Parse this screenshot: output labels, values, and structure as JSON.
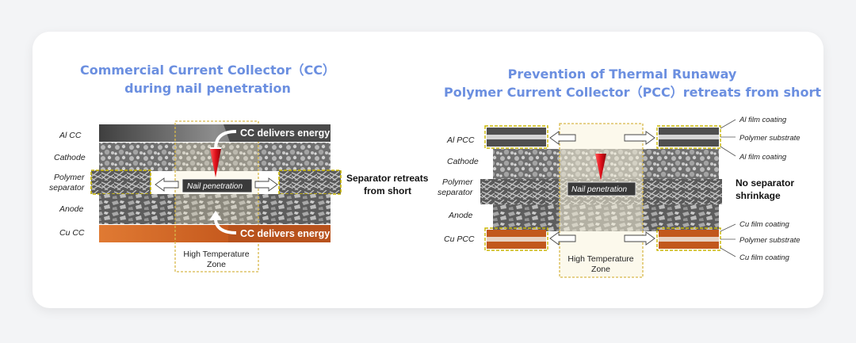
{
  "left": {
    "title_line1": "Commercial Current Collector（CC）",
    "title_line2": "during nail penetration",
    "labels": {
      "al": "Al CC",
      "cathode": "Cathode",
      "sep1": "Polymer",
      "sep2": "separator",
      "anode": "Anode",
      "cu": "Cu CC"
    },
    "banner_top": "CC delivers energy",
    "banner_bottom": "CC delivers energy",
    "nail": "Nail penetration",
    "side_note_line1": "Separator retreats",
    "side_note_line2": "from short",
    "zone_line1": "High Temperature",
    "zone_line2": "Zone"
  },
  "right": {
    "title_line1": "Prevention of Thermal Runaway",
    "title_line2": "Polymer Current Collector（PCC）retreats from short",
    "labels": {
      "al": "Al PCC",
      "cathode": "Cathode",
      "sep1": "Polymer",
      "sep2": "separator",
      "anode": "Anode",
      "cu": "Cu PCC"
    },
    "nail": "Nail penetration",
    "side_note_line1": "No separator",
    "side_note_line2": "shrinkage",
    "callouts_top": [
      "Al film coating",
      "Polymer substrate",
      "Al film coating"
    ],
    "callouts_bottom": [
      "Cu film coating",
      "Polymer substrate",
      "Cu film coating"
    ],
    "zone_line1": "High Temperature",
    "zone_line2": "Zone"
  },
  "colors": {
    "title": "#6b8fe0",
    "al": "#5e5e5e",
    "cu": "#c35a1c",
    "nail": "#e0101a",
    "zone_border": "#d8b84a",
    "callout_dash": "#c9b600"
  }
}
